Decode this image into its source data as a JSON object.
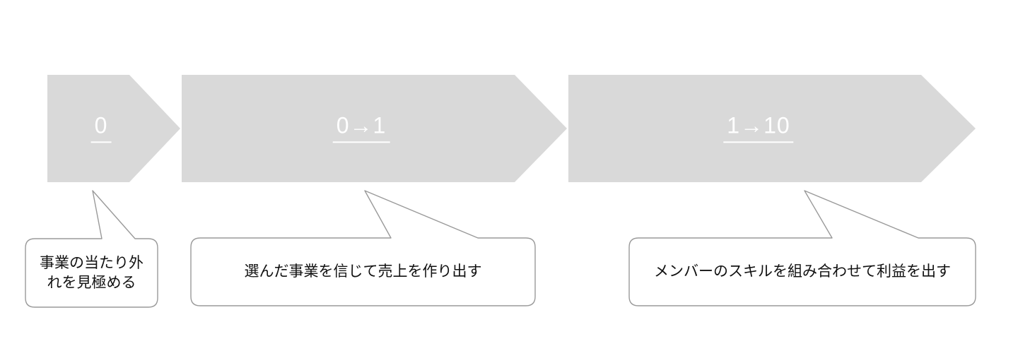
{
  "diagram": {
    "title_hint": "business-growth-stages",
    "stages": [
      {
        "label": "0",
        "callout": "事業の当たり外れを見極める"
      },
      {
        "label": "0→1",
        "callout": "選んだ事業を信じて売上を作り出す"
      },
      {
        "label": "1→10",
        "callout": "メンバーのスキルを組み合わせて利益を出す"
      }
    ],
    "colors": {
      "background": "#ffffff",
      "arrow_fill": "#d9d9d9",
      "arrow_label_text": "#ffffff",
      "callout_fill": "#ffffff",
      "callout_border": "#9a9a9a",
      "callout_text": "#111111"
    }
  }
}
